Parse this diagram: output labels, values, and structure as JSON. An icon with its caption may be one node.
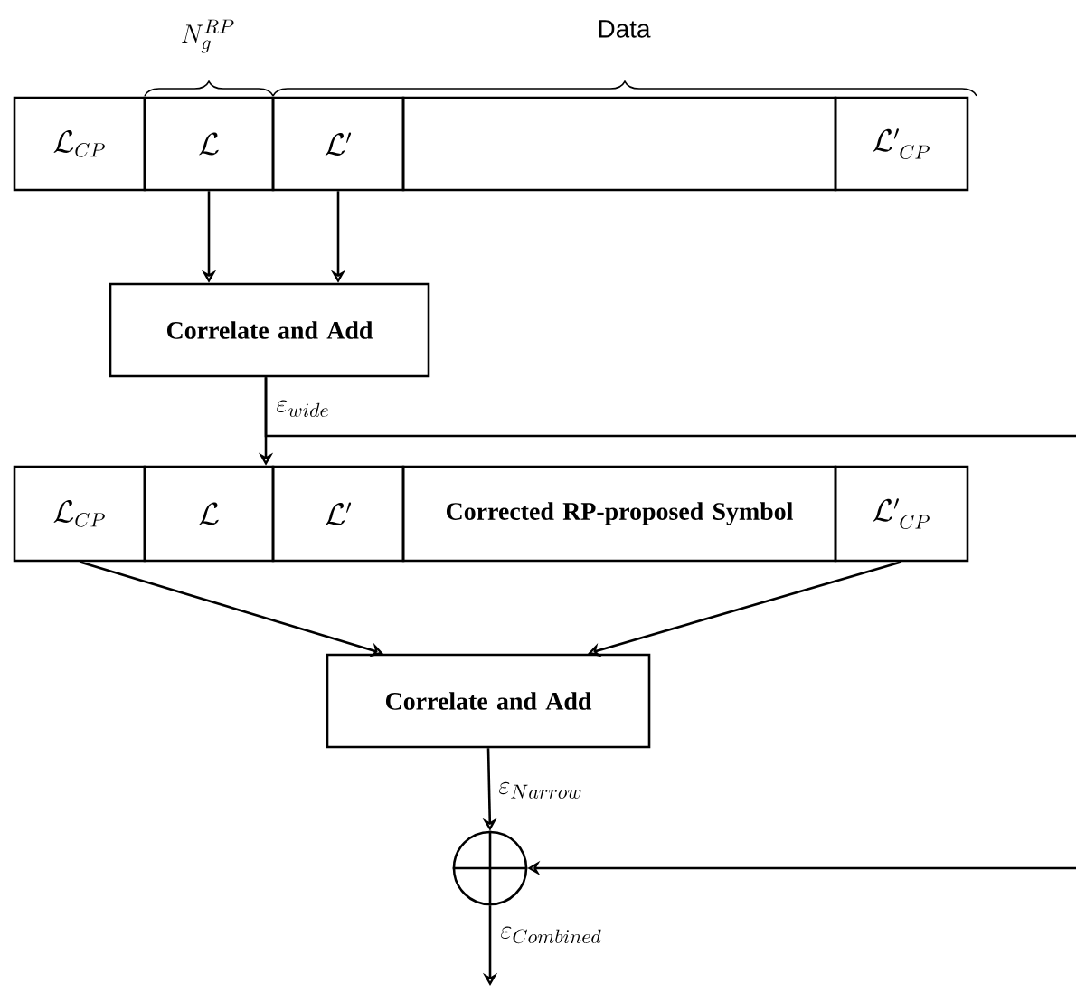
{
  "diagram": {
    "nodes": [
      {
        "text": [
          "\\mathcal{L}_{CP}"
        ]
      },
      {
        "text": [
          "\\mathcal{L}"
        ]
      },
      {
        "text": [
          "\\mathcal{L}'"
        ]
      },
      {
        "text": [],
        "shape": "box"
      },
      {
        "text": [
          "\\mathcal{L}'_{\\;CP}"
        ]
      },
      {
        "text": [
          "Correlate and Add"
        ]
      },
      {
        "text": [
          "\\mathcal{L}_{CP}"
        ]
      },
      {
        "text": [
          "\\mathcal{L}"
        ]
      },
      {
        "text": [
          "\\mathcal{L}'"
        ]
      },
      {
        "text": [
          "Corrected RP-proposed Symbol"
        ]
      },
      {
        "text": [
          "\\mathcal{L}'_{\\;CP}"
        ]
      },
      {
        "text": [
          "Correlate and Add"
        ]
      },
      {
        "text": [],
        "shape": "circle"
      }
    ],
    "edges": [
      {
        "from": 1,
        "to": 5,
        "arrow": "to"
      },
      {
        "from": 2,
        "to": 5,
        "arrow": "to"
      },
      {
        "from": 5,
        "to": 7,
        "arrow": "to",
        "label": "\\varepsilon_{wide}"
      },
      {
        "from": 5,
        "to": null,
        "arrow": "none"
      },
      {
        "from": 6,
        "to": 11,
        "arrow": "to"
      },
      {
        "from": 10,
        "to": 11,
        "arrow": "to"
      },
      {
        "from": 11,
        "to": 12,
        "arrow": "to",
        "label": "\\varepsilon_{Narrow}"
      },
      {
        "from": null,
        "to": 12,
        "arrow": "to"
      },
      {
        "from": 12,
        "to": null,
        "arrow": "to",
        "label": "\\varepsilon_{Combined}"
      }
    ],
    "labels": [
      "N_g^{RP}",
      "Data"
    ]
  }
}
